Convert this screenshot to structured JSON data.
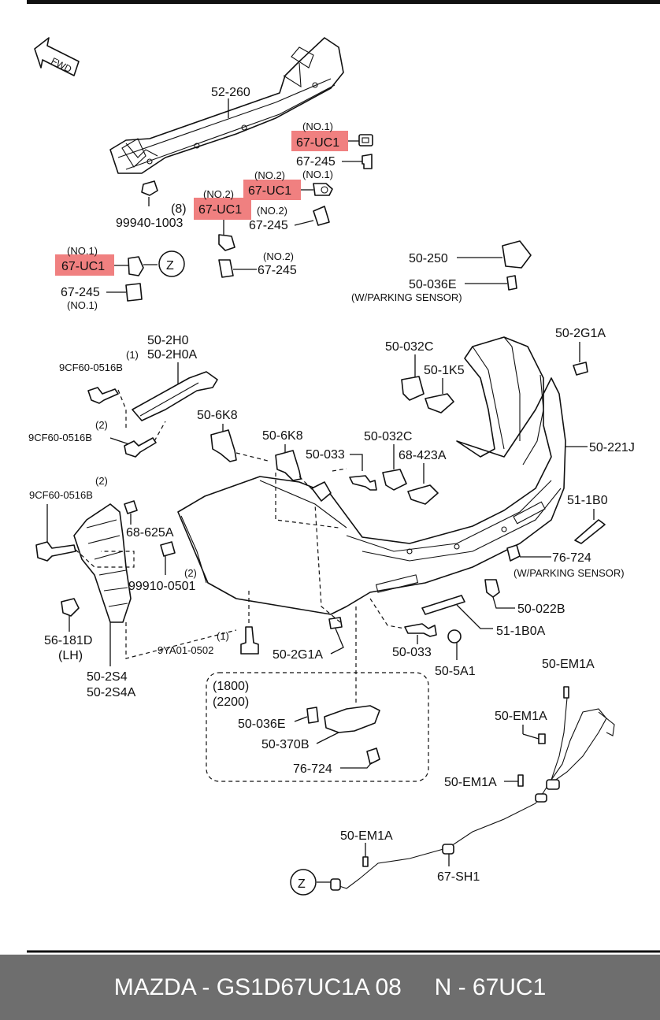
{
  "fwd_label": "FWD",
  "labels": {
    "p52_260": "52-260",
    "uc1_no1_top": "67-UC1",
    "uc1_no1_top_note": "(NO.1)",
    "p67_245_a": "67-245",
    "uc1_no2_mid": "67-UC1",
    "uc1_no2_mid_note": "(NO.2)",
    "uc1_no1_note_b": "(NO.1)",
    "uc1_no2_left": "67-UC1",
    "uc1_no2_left_note": "(NO.2)",
    "qty_8": "(8)",
    "p99940": "99940-1003",
    "p67_245_no2a": "67-245",
    "p67_245_no2a_note": "(NO.2)",
    "uc1_no1_left": "67-UC1",
    "uc1_no1_left_note": "(NO.1)",
    "z_top": "Z",
    "p67_245_no2b_note": "(NO.2)",
    "p67_245_no2b": "67-245",
    "p67_245_no1": "67-245",
    "p67_245_no1_note": "(NO.1)",
    "p50_250": "50-250",
    "p50_036e": "50-036E",
    "wparking1": "(W/PARKING SENSOR)",
    "p50_2h0": "50-2H0",
    "p50_2h0a": "50-2H0A",
    "qty1_a": "(1)",
    "p9cf60_a": "9CF60-0516B",
    "qty2_a": "(2)",
    "p9cf60_b": "9CF60-0516B",
    "p50_032c_a": "50-032C",
    "p50_1k5": "50-1K5",
    "p50_2g1a_a": "50-2G1A",
    "p50_6k8_a": "50-6K8",
    "p50_6k8_b": "50-6K8",
    "p50_033_a": "50-033",
    "p50_032c_b": "50-032C",
    "p68_423a": "68-423A",
    "p50_221j": "50-221J",
    "qty2_b": "(2)",
    "p9cf60_c": "9CF60-0516B",
    "p51_1b0": "51-1B0",
    "p68_625a": "68-625A",
    "p76_724_a": "76-724",
    "wparking2": "(W/PARKING SENSOR)",
    "qty2_c": "(2)",
    "p99910": "99910-0501",
    "p50_022b": "50-022B",
    "p56_181d": "56-181D",
    "lh": "(LH)",
    "qty1_b": "(1)",
    "p9ya01": "9YA01-0502",
    "p50_2g1a_b": "50-2G1A",
    "p50_033_b": "50-033",
    "p51_1b0a": "51-1B0A",
    "p50_5a1": "50-5A1",
    "p50_2s4": "50-2S4",
    "p50_2s4a": "50-2S4A",
    "p50_em1a_a": "50-EM1A",
    "v1800": "(1800)",
    "v2200": "(2200)",
    "p50_036e_b": "50-036E",
    "p50_370b": "50-370B",
    "p76_724_b": "76-724",
    "p50_em1a_b": "50-EM1A",
    "p50_em1a_c": "50-EM1A",
    "p50_em1a_d": "50-EM1A",
    "p67_sh1": "67-SH1",
    "z_bottom": "Z"
  },
  "highlight_color": "#f08080",
  "footer": {
    "brand": "MAZDA - GS1D67UC1A 08",
    "code": "N - 67UC1"
  }
}
